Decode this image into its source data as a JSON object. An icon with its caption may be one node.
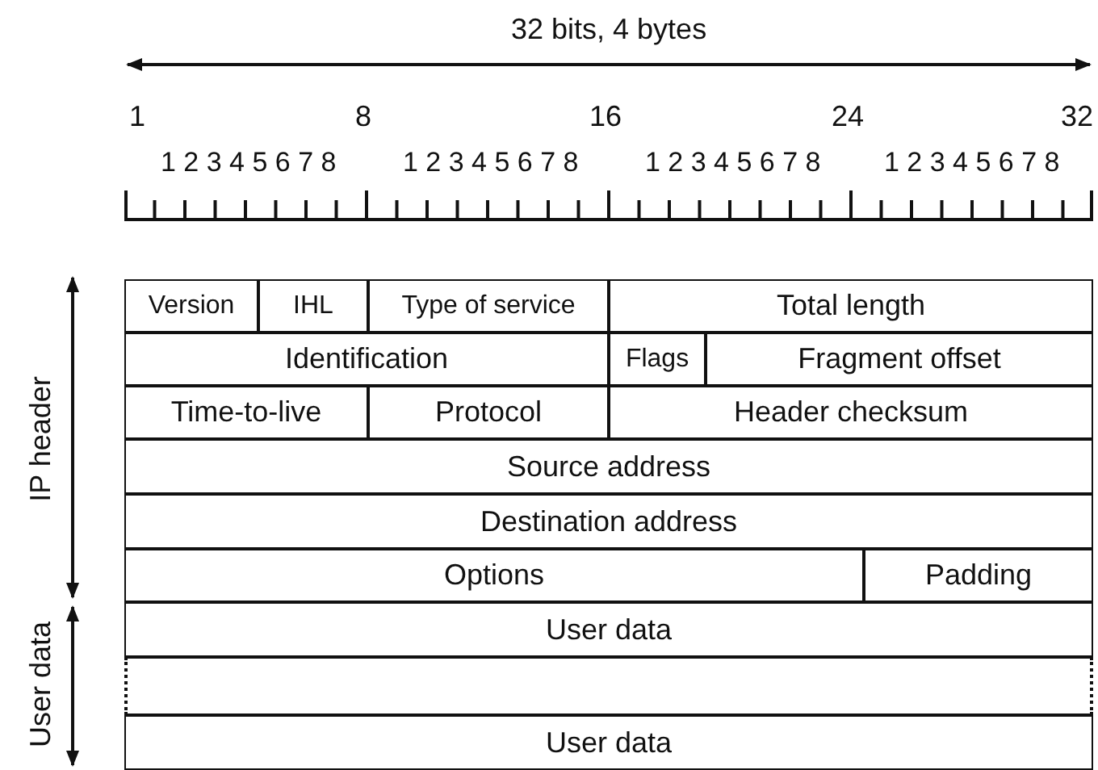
{
  "diagram": {
    "nodes": [
      {
        "text": [
          "Version"
        ]
      },
      {
        "text": [
          "IHL"
        ]
      },
      {
        "text": [
          "Type of service"
        ]
      },
      {
        "text": [
          "Total length"
        ]
      },
      {
        "text": [
          "Identification"
        ]
      },
      {
        "text": [
          "Flags"
        ]
      },
      {
        "text": [
          "Fragment offset"
        ]
      },
      {
        "text": [
          "Time-to-live"
        ]
      },
      {
        "text": [
          "Protocol"
        ]
      },
      {
        "text": [
          "Header checksum"
        ]
      },
      {
        "text": [
          "Source address"
        ]
      },
      {
        "text": [
          "Destination address"
        ]
      },
      {
        "text": [
          "Options"
        ]
      },
      {
        "text": [
          "Padding"
        ]
      },
      {
        "text": [
          "User data"
        ]
      },
      {
        "text": [],
        "shape": "box"
      },
      {
        "text": [
          "User data"
        ]
      }
    ],
    "edges": [],
    "labels": [
      "32 bits, 4 bytes",
      "1",
      "8",
      "16",
      "24",
      "32",
      "1 2 3 4 5 6 7 8",
      "1 2 3 4 5 6 7 8",
      "1 2 3 4 5 6 7 8",
      "1 2 3 4 5 6 7 8",
      "IP header",
      "User data"
    ]
  }
}
